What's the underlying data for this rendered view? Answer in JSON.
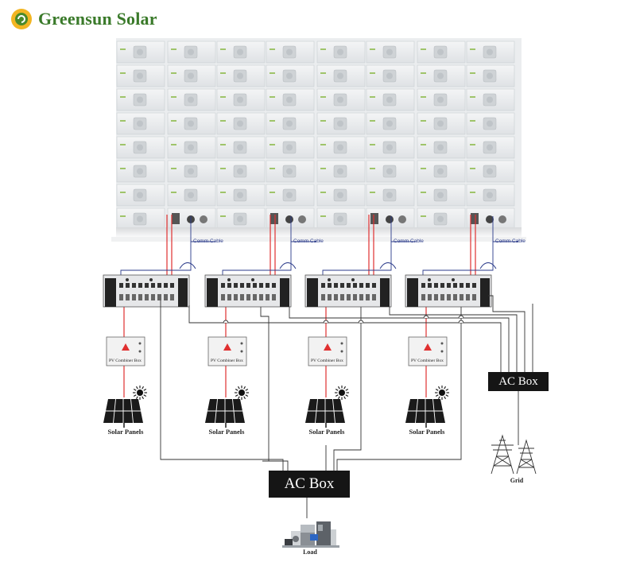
{
  "brand": {
    "name": "Greensun Solar",
    "logo_icon": "sunflower-logo-icon",
    "text_color": "#3a7a2a"
  },
  "labels": {
    "comm_cable": "Comm Cable",
    "pv_combiner_box": "PV Combiner Box",
    "solar_panels": "Solar Panels",
    "ac_box": "AC Box",
    "grid": "Grid",
    "load": "Load"
  },
  "colors": {
    "dc_cable": "#e03030",
    "comm_cable": "#2a3a8a",
    "ac_wire": "#333333",
    "ac_box_fill": "#151515"
  },
  "icons": [
    "battery-rack-icon",
    "inverter-icon",
    "combiner-box-icon",
    "solar-panel-icon",
    "transmission-tower-icon",
    "home-appliances-icon"
  ]
}
